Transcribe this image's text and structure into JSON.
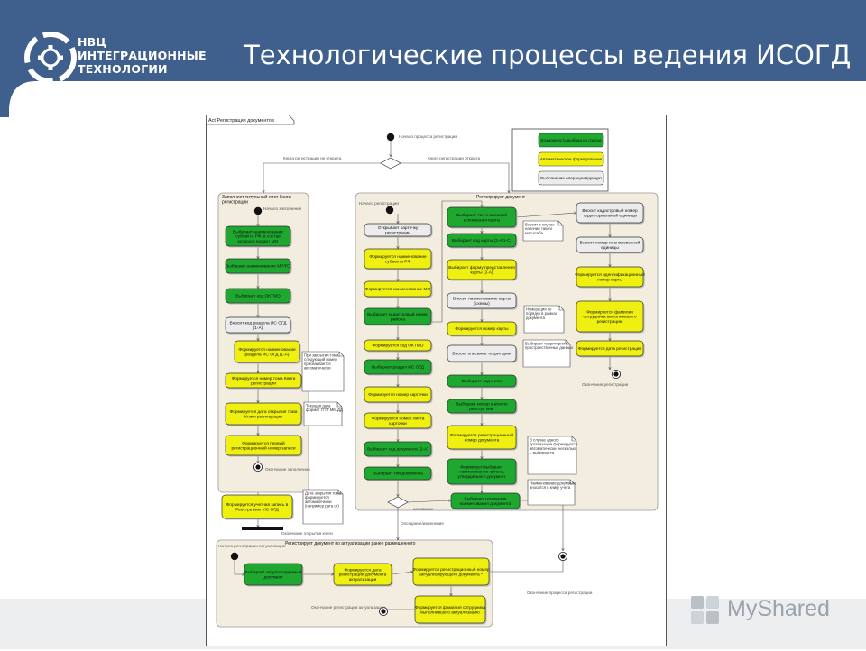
{
  "header": {
    "logo_line1": "НВЦ",
    "logo_line2": "ИНТЕГРАЦИОННЫЕ",
    "logo_line3": "ТЕХНОЛОГИИ",
    "title": "Технологические процессы ведения ИСОГД"
  },
  "colors": {
    "header_blue": "#3f5f8c",
    "green_action": "#1fa830",
    "yellow_action": "#f0f010",
    "grey_action": "#ececec",
    "partition_bg": "#f3ede0"
  },
  "diagram": {
    "frame_title": "Act Регистрация документов",
    "legend": {
      "item1": "Возможность выбора из списка",
      "item2": "Автоматическое формирование",
      "item3": "Выполнение операции вручную"
    },
    "top": {
      "start_label": "Начало процесса регистрации",
      "branch_closed": "Книга регистрации не открыта",
      "branch_open": "Книга регистрации открыта",
      "end_opening_label": "Окончание открытия книги",
      "basis_label": "основание",
      "update_label": "Опоздание/изменение",
      "end_process_label": "Окончание процесса регистрации"
    },
    "left_partition": {
      "title": "Заполняет титульный лист Книги регистрации",
      "start_label": "Начало заполнения",
      "end_label": "Окончание заполнения",
      "steps": [
        "Выбирает наименование субъекта РФ, в состав которого входит МО",
        "Выбирает наименование МР/ГО",
        "Выбирает код ОКТМО",
        "Вносит код раздела ИС ОГД (1-А)",
        "Формируется наименование раздела ИС ОГД (1-А)",
        "Формируется номер тома Книги регистрации",
        "Формируется дата открытия тома Книги регистрации",
        "Формируется первый регистрационный номер записи"
      ],
      "after_step": "Формируется учетная запись в Реестре книг ИС ОГД",
      "note_tom": "При закрытии тома, следующий номер присваивается автоматически",
      "note_date": "Текущая дата формат ГГГГ.ММ.ДД",
      "note_close": "Дата закрытия тома формируется автоматически (например рата ог)"
    },
    "main_partition": {
      "title": "Регистрирует документ",
      "start_label": "Начало регистрации",
      "end_label": "Окончание регистрации",
      "col1_steps": [
        "Открывает карточку регистрации",
        "Формируется наименование субъекта РФ",
        "Формируется наименование МО",
        "Выбирает кадастровый номер района",
        "Формируется код ОКТМО",
        "Выбирает раздел ИС ОГД",
        "Формируется номер карточки",
        "Формируется номер листа карточки",
        "Выбирает код документа (2-А)",
        "Выбирает тип документа"
      ],
      "col2_steps": [
        "Выбирает тип и масштаб исполнения карты",
        "Выбирает код карты (2-А/1-С)",
        "Выбирает форму представления карты (2-А)",
        "Вносит наименование карты (схемы)",
        "Формируется номер карты",
        "Вносит описание территории",
        "Выбирает код книги",
        "Выбирает номер книги по реестру книг",
        "Формируется регистрационный номер документа",
        "Формирует/выбирает наименование органа, утвердившего документ",
        "Выбирает основание наименования документа"
      ],
      "col3_steps": [
        "Вносит кадастровый номер территориальной единицы",
        "Вносит номер планировочной единицы",
        "Формируется идентификационный номер карты",
        "Формируется фамилия сотрудника выполнившего регистрацию",
        "Формируется дата регистрации"
      ],
      "notes": [
        "Вносит в случае наличия такого масштаба",
        "Нумерация по порядку в рамках документа",
        "Выбирает территории в пространственных данных",
        "В случае одного организации формируется автоматически, несколько – выбирается",
        "Наименование документа вносится в книгу учета"
      ]
    },
    "bottom_partition": {
      "title": "Регистрирует документ по актуализации ранее размещенного",
      "start_label": "Начало регистрации актуализации",
      "end_label": "Окончание регистрации актуализации",
      "steps": [
        "Выбирает актуализируемый документ",
        "Формируется дата регистрации документа актуализации",
        "Формируется регистрационный номер актуализирующего документа *",
        "Формируется фамилия сотрудника выполнившего актуализацию"
      ]
    }
  },
  "watermark": {
    "label": "MyShared"
  }
}
